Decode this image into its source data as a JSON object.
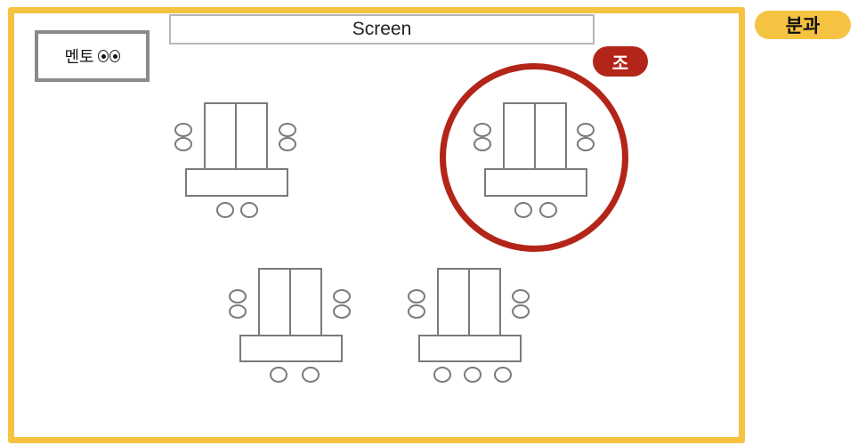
{
  "screen": {
    "label": "Screen"
  },
  "mentor": {
    "label": "멘토"
  },
  "badges": {
    "section": "분과",
    "group": "조"
  },
  "colors": {
    "frame": "#f5c242",
    "highlight": "#b32519",
    "furniture": "#7a7a7a"
  },
  "tables": [
    {
      "id": "table-1",
      "bottom_seats": 2,
      "highlighted": false
    },
    {
      "id": "table-2",
      "bottom_seats": 2,
      "highlighted": true
    },
    {
      "id": "table-3",
      "bottom_seats": 2,
      "highlighted": false
    },
    {
      "id": "table-4",
      "bottom_seats": 3,
      "highlighted": false
    }
  ]
}
